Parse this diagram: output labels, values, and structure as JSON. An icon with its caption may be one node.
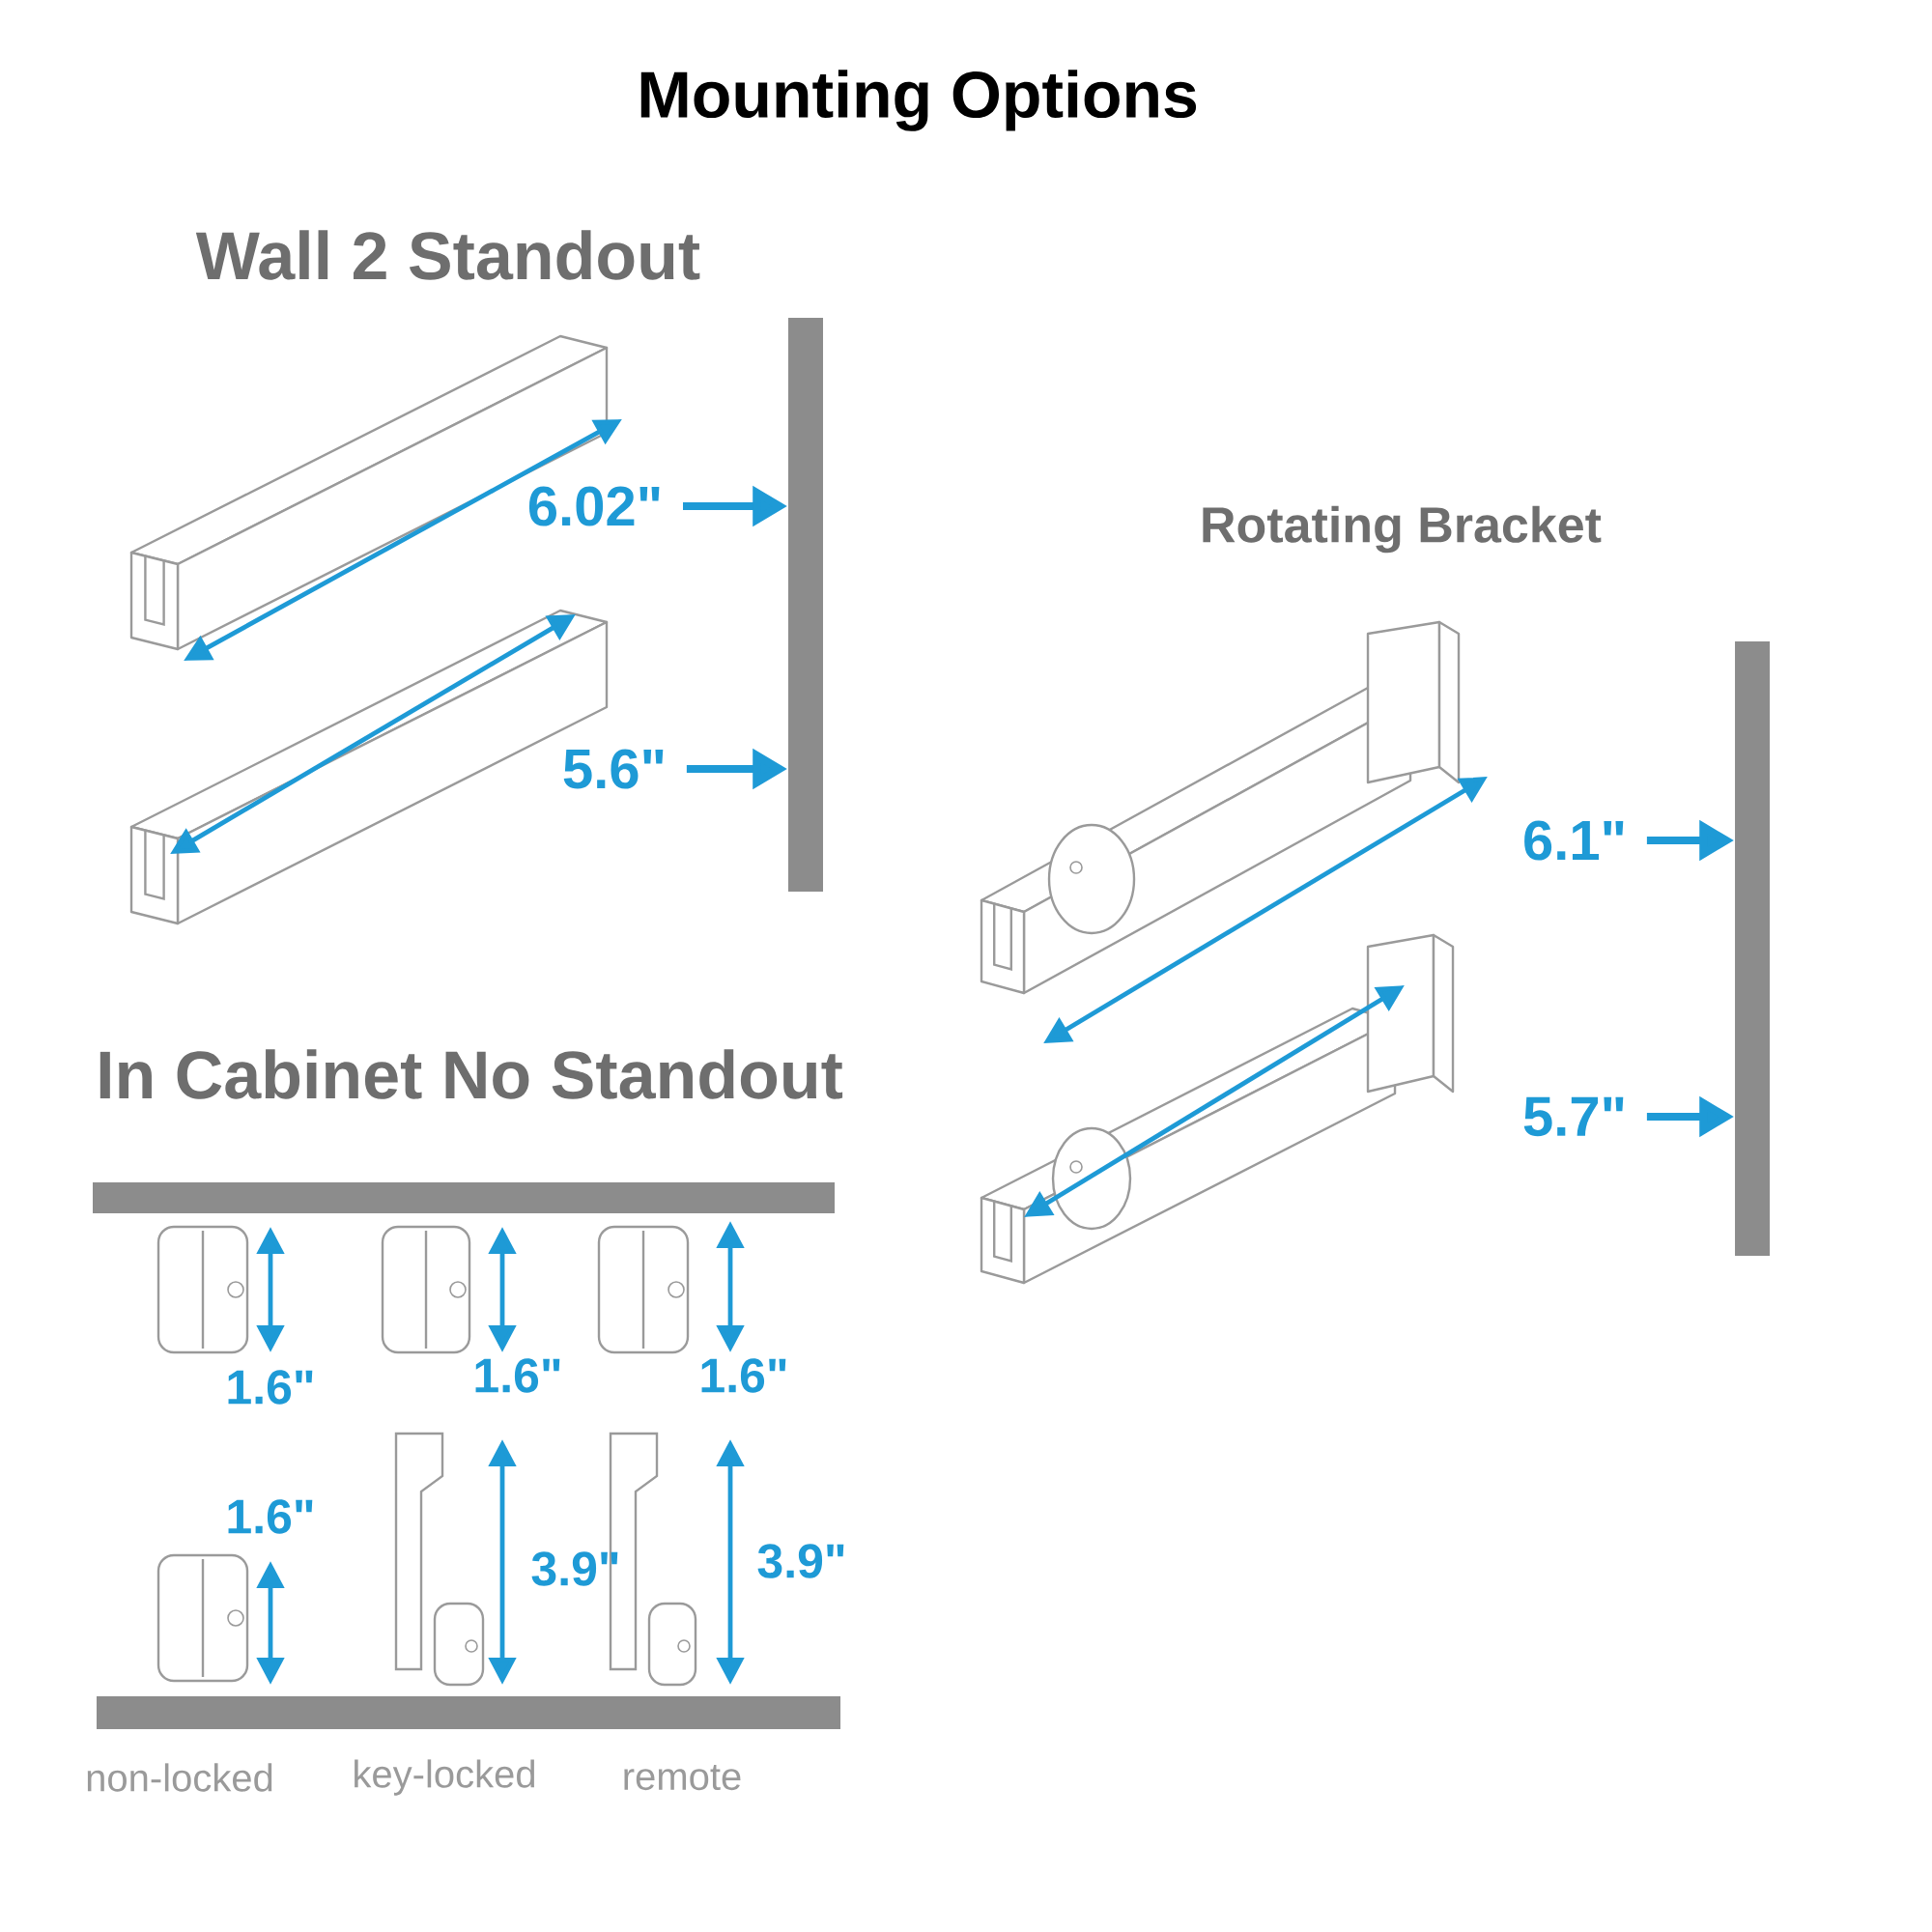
{
  "diagram": {
    "title": "Mounting Options",
    "nodes": [
      {
        "text": [
          "6.02\""
        ]
      },
      {
        "text": [],
        "shape": "bar"
      },
      {
        "text": [
          "5.6\""
        ]
      },
      {
        "text": [
          "6.1\""
        ]
      },
      {
        "text": [],
        "shape": "bar"
      },
      {
        "text": [
          "5.7\""
        ]
      }
    ],
    "edges": [
      {
        "from": 0,
        "to": 1,
        "arrow": "to"
      },
      {
        "from": 2,
        "to": 1,
        "arrow": "to"
      },
      {
        "from": 3,
        "to": 4,
        "arrow": "to"
      },
      {
        "from": 5,
        "to": 4,
        "arrow": "to"
      }
    ],
    "labels": [
      "Wall 2 Standout",
      "Rotating Bracket",
      "In Cabinet No Standout",
      "1.6\"",
      "1.6\"",
      "1.6\"",
      "1.6\"",
      "3.9\"",
      "3.9\"",
      "non-locked",
      "key-locked",
      "remote"
    ]
  }
}
